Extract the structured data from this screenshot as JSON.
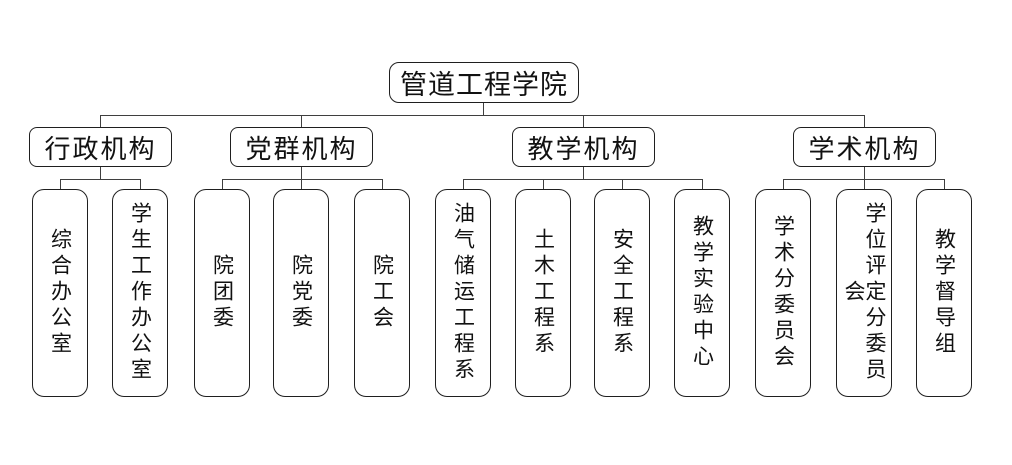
{
  "colors": {
    "background": "#ffffff",
    "ink": "#1f1f1f",
    "line": "#3f3f3f"
  },
  "chart": {
    "type": "org-tree",
    "root": "管道工程学院",
    "groups": [
      {
        "label": "行政机构",
        "children": [
          "综合办公室",
          "学生工作办公室"
        ]
      },
      {
        "label": "党群机构",
        "children": [
          "院团委",
          "院党委",
          "院工会"
        ]
      },
      {
        "label": "教学机构",
        "children": [
          "油气储运工程系",
          "土木工程系",
          "安全工程系",
          "教学实验中心"
        ]
      },
      {
        "label": "学术机构",
        "children": [
          "学术分委员会",
          "学位评定分委员会",
          "教学督导组"
        ]
      }
    ]
  }
}
